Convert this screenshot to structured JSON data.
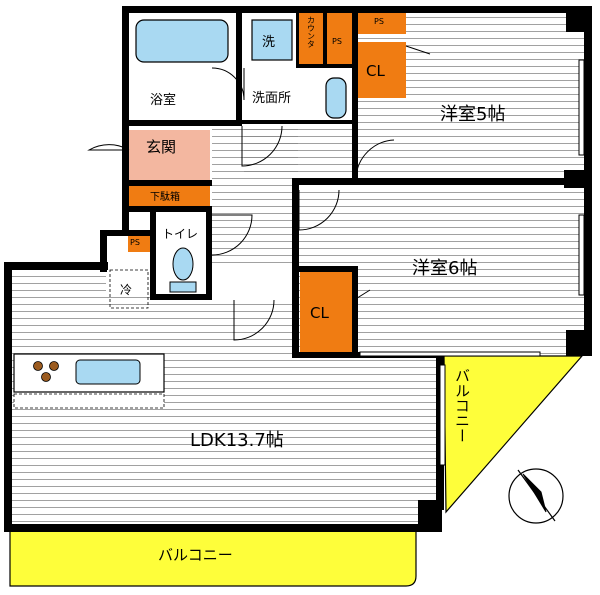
{
  "rooms": {
    "bath": "浴室",
    "washroom": "洗面所",
    "washer": "洗",
    "counter": "カウンタ",
    "ps_top1": "PS",
    "ps_top2": "PS",
    "ps_entry": "PS",
    "cl1": "CL",
    "cl2": "CL",
    "western5": "洋室5帖",
    "western6": "洋室6帖",
    "entrance": "玄関",
    "shoe": "下駄箱",
    "toilet": "トイレ",
    "reizo": "冷",
    "ldk": "LDK13.7帖",
    "balcony_bottom": "バルコニー",
    "balcony_right": "バルコニー"
  },
  "colors": {
    "wall": "#000000",
    "storage": "#f07c12",
    "entrance": "#f3b7a0",
    "balcony": "#fefe3a",
    "bath": "#a9d9f2",
    "floor_line": "#7a7a7a"
  }
}
